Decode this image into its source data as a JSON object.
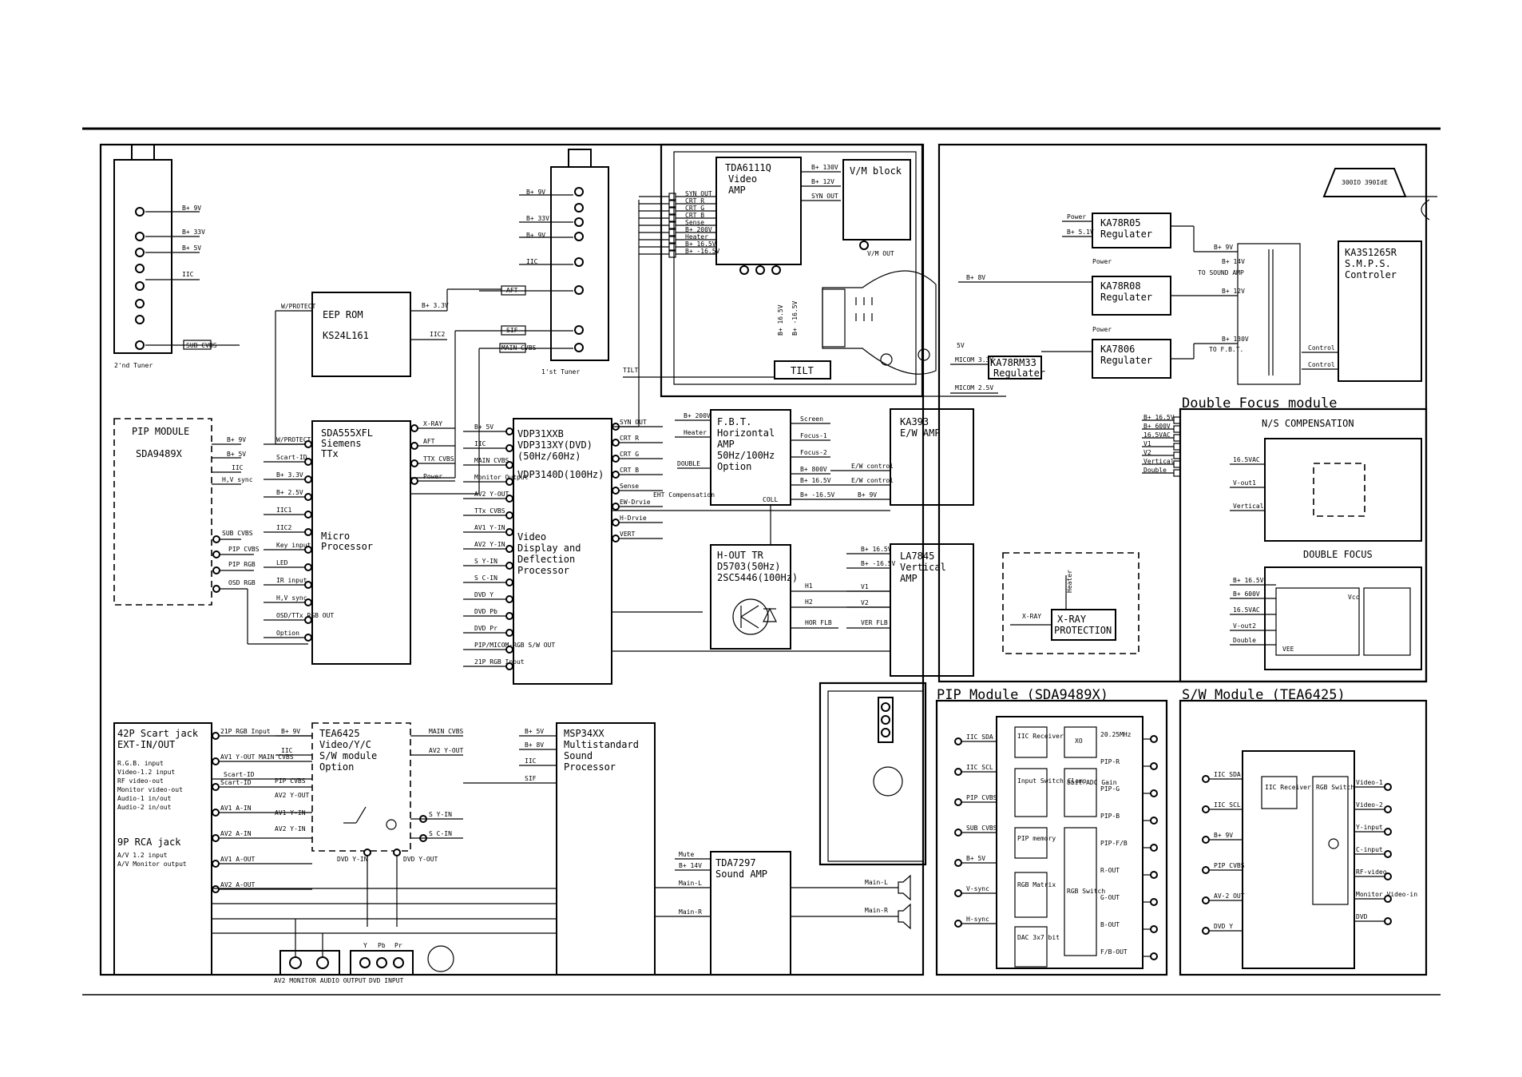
{
  "second_tuner": {
    "label": "2'nd Tuner",
    "pins": [
      "B+ 9V",
      "B+ 33V",
      "B+ 5V",
      "IIC"
    ],
    "out": "SUB CVBS"
  },
  "first_tuner": {
    "label": "1'st Tuner",
    "pins": [
      "B+ 9V",
      "B+ 33V",
      "B+ 9V",
      "IIC",
      "AFT",
      "SIF",
      "MAIN CVBS"
    ]
  },
  "eeprom": {
    "title": "EEP ROM",
    "part": "KS24L161",
    "pins": [
      "B+ 3.3V",
      "IIC2",
      "W/PROTECT"
    ]
  },
  "pip_module": {
    "title": "PIP MODULE",
    "part": "SDA9489X",
    "pins": [
      "B+ 9V",
      "B+ 5V",
      "IIC",
      "H,V sync",
      "SUB CVBS",
      "PIP CVBS",
      "PIP RGB",
      "OSD RGB"
    ]
  },
  "micro": {
    "lines": [
      "SDA555XFL",
      "Siemens",
      "TTx",
      "Micro",
      "Processor"
    ],
    "left_pins": [
      "W/PROTECT",
      "Scart-ID",
      "B+ 3.3V",
      "B+ 2.5V",
      "IIC1",
      "IIC2",
      "Key input",
      "LED",
      "IR input",
      "H,V sync",
      "OSD/TTx RGB OUT",
      "Option"
    ],
    "right_pins": [
      "X-RAY",
      "AFT",
      "TTX CVBS",
      "Power"
    ]
  },
  "vdp": {
    "lines": [
      "VDP31XXB",
      "VDP313XY(DVD)",
      "(50Hz/60Hz)",
      "VDP3140D(100Hz)",
      "Video",
      "Display and",
      "Deflection",
      "Processor"
    ],
    "left_pins": [
      "B+ 5V",
      "IIC",
      "MAIN CVBS",
      "Monitor Output",
      "AV2 Y-OUT",
      "TTx CVBS",
      "AV1 Y-IN",
      "AV2 Y-IN",
      "S Y-IN",
      "S C-IN",
      "DVD Y",
      "DVD Pb",
      "DVD Pr",
      "PIP/MICOM-RGB S/W OUT",
      "21P RGB Input"
    ],
    "right_pins": [
      "SYN OUT",
      "CRT R",
      "CRT G",
      "CRT B",
      "Sense",
      "EW-Drvie",
      "H-Drvie",
      "VERT"
    ]
  },
  "tda6111q": {
    "lines": [
      "TDA6111Q",
      "Video",
      "AMP"
    ],
    "pins": [
      "B+ 130V",
      "B+ 12V",
      "SYN OUT"
    ]
  },
  "vm_block": {
    "title": "V/M block",
    "pins": [
      "V/M OUT"
    ]
  },
  "crt_pins": [
    "SYN OUT",
    "CRT R",
    "CRT G",
    "CRT B",
    "Sense",
    "B+ 200V",
    "Heater",
    "B+ 16.5V",
    "B+ -16.5V"
  ],
  "tilt": {
    "title": "TILT",
    "pins": [
      "B+ 16.5V",
      "B+ -16.5V"
    ]
  },
  "fbt": {
    "lines": [
      "F.B.T.",
      "Horizontal",
      "AMP",
      "50Hz/100Hz",
      "Option"
    ],
    "pins": [
      "B+ 200V",
      "Heater",
      "DOUBLE",
      "EHT Compensation",
      "Screen",
      "Focus-1",
      "Focus-2",
      "B+ 800V",
      "B+ 16.5V",
      "B+ -16.5V",
      "COLL"
    ]
  },
  "hout": {
    "lines": [
      "H-OUT TR",
      "D5703(50Hz)",
      "2SC5446(100Hz)"
    ],
    "pins": [
      "H1",
      "H2",
      "HOR FLB"
    ]
  },
  "ka393": {
    "lines": [
      "KA393",
      "E/W AMP"
    ],
    "pins": [
      "E/W control",
      "E/W control",
      "B+ 9V"
    ]
  },
  "la7845": {
    "lines": [
      "LA7845",
      "Vertical",
      "AMP"
    ],
    "pins": [
      "B+ 16.5V",
      "B+ -16.5V",
      "V1",
      "V2",
      "VER FLB"
    ]
  },
  "xray": {
    "lines": [
      "X-RAY",
      "PROTECTION"
    ],
    "pins": [
      "Heater",
      "X-RAY"
    ]
  },
  "power": {
    "ka78r05": {
      "lines": [
        "KA78R05",
        "Regulater"
      ],
      "pins": [
        "Power",
        "B+ 5.1V",
        "Power"
      ]
    },
    "ka78r08": {
      "lines": [
        "KA78R08",
        "Regulater"
      ],
      "pins": [
        "B+ 8V",
        "Power"
      ]
    },
    "ka7806": {
      "lines": [
        "KA7806",
        "Regulater"
      ]
    },
    "ka78rm33": {
      "lines": [
        "KA78RM33",
        "Regulater"
      ],
      "pins": [
        "5V",
        "MICOM 3.3V",
        "MICOM 2.5V"
      ]
    },
    "ka3s1265r": {
      "lines": [
        "KA3S1265R",
        "S.M.P.S.",
        "Controler"
      ],
      "pins": [
        "Control",
        "Control"
      ]
    },
    "rails": [
      "B+ 9V",
      "B+ 14V",
      "TO SOUND AMP",
      "B+ 12V",
      "B+ 130V",
      "TO F.B.T."
    ],
    "inlet": "300IO 390IdE"
  },
  "double_focus": {
    "title": "Double Focus module",
    "connector": [
      "B+ 16.5V",
      "B+ 600V",
      "16.5VAC",
      "V1",
      "V2",
      "Vertical",
      "Double"
    ],
    "ns": {
      "title": "N/S COMPENSATION",
      "pins": [
        "16.5VAC",
        "V-out1",
        "Vertical"
      ]
    },
    "df": {
      "title": "DOUBLE FOCUS",
      "pins": [
        "B+ 16.5V",
        "B+ 600V",
        "16.5VAC",
        "V-out2",
        "Double"
      ],
      "chip": [
        "Vcc",
        "VEE"
      ]
    }
  },
  "scart": {
    "lines": [
      "42P Scart jack",
      "EXT-IN/OUT",
      "R.G.B. input",
      "Video-1.2 input",
      "RF video-out",
      "Monitor video-out",
      "Audio-1 in/out",
      "Audio-2 in/out",
      "9P RCA jack",
      "A/V 1.2 input",
      "A/V Monitor output"
    ],
    "pins": [
      "21P RGB Input",
      "AV1 Y-OUT MAIN CVBS",
      "Scart-ID",
      "AV1 A-IN",
      "AV2 A-IN",
      "AV1 A-OUT",
      "AV2 A-OUT"
    ]
  },
  "tea6425": {
    "lines": [
      "TEA6425",
      "Video/Y/C",
      "S/W module",
      "Option"
    ],
    "pins": [
      "B+ 9V",
      "IIC",
      "Scart-ID",
      "PIP CVBS",
      "AV2 Y-OUT",
      "AV1 Y-IN",
      "AV2 Y-IN",
      "MAIN CVBS",
      "AV2 Y-OUT",
      "S Y-IN",
      "S C-IN",
      "DVD Y-IN",
      "DVD Y-OUT"
    ]
  },
  "msp": {
    "lines": [
      "MSP34XX",
      "Multistandard",
      "Sound",
      "Processor"
    ],
    "pins": [
      "B+ 5V",
      "B+ 8V",
      "IIC",
      "SIF"
    ]
  },
  "tda7297": {
    "lines": [
      "TDA7297",
      "Sound AMP"
    ],
    "pins": [
      "Mute",
      "B+ 14V",
      "Main-L",
      "Main-R",
      "Main-L",
      "Main-R"
    ]
  },
  "bottom_jacks": {
    "av2": "AV2 MONITOR AUDIO OUTPUT",
    "dvd": "DVD INPUT",
    "dvd_pins": [
      "Y",
      "Pb",
      "Pr"
    ]
  },
  "pip_detail": {
    "title": "PIP Module (SDA9489X)",
    "blocks": [
      "IIC Receiver",
      "XO",
      "Input Switch Clamp",
      "8bit ADC Gain",
      "PIP memory",
      "RGB Matrix",
      "RGB Switch",
      "DAC 3x7 bit"
    ],
    "left_pins": [
      "IIC SDA",
      "IIC SCL",
      "PIP CVBS",
      "SUB CVBS",
      "B+ 5V",
      "V-sync",
      "H-sync"
    ],
    "right_pins": [
      "20.25MHz",
      "PIP-R",
      "PIP-G",
      "PIP-B",
      "PIP-F/B",
      "R-OUT",
      "G-OUT",
      "B-OUT",
      "F/B-OUT"
    ]
  },
  "sw_detail": {
    "title": "S/W Module (TEA6425)",
    "blocks": [
      "IIC Receiver",
      "RGB Switch"
    ],
    "left_pins": [
      "IIC SDA",
      "IIC SCL",
      "B+ 9V",
      "PIP CVBS",
      "AV-2 OUT",
      "DVD Y"
    ],
    "right_pins": [
      "Video-1",
      "Video-2",
      "Y-input",
      "C-input",
      "RF-video",
      "Monitor Video-in",
      "DVD"
    ]
  },
  "misc": {
    "tilt_label": "TILT"
  }
}
